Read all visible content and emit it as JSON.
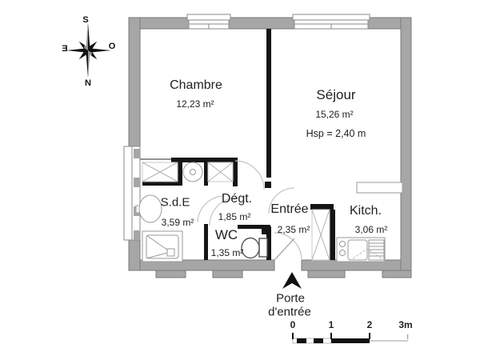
{
  "title": "Apartment floor plan",
  "compass": {
    "top": "S",
    "bottom": "N",
    "left": "E",
    "right": "O"
  },
  "rooms": {
    "chambre": {
      "name": "Chambre",
      "area": "12,23 m²"
    },
    "sejour": {
      "name": "Séjour",
      "area": "15,26 m²",
      "ceiling": "Hsp = 2,40 m"
    },
    "sde": {
      "name": "S.d.E",
      "area": "3,59 m²"
    },
    "degt": {
      "name": "Dégt.",
      "area": "1,85 m²"
    },
    "wc": {
      "name": "WC",
      "area": "1,35 m²"
    },
    "entree": {
      "name": "Entrée",
      "area": "2,35 m²"
    },
    "kitch": {
      "name": "Kitch.",
      "area": "3,06 m²"
    }
  },
  "entrance": {
    "line1": "Porte",
    "line2": "d'entrée"
  },
  "scale": {
    "ticks": [
      "0",
      "1",
      "2",
      "3m"
    ]
  },
  "colors": {
    "wall_gray": "#a6a6a6",
    "wall_border": "#7a7a7a",
    "interior_wall_black": "#151515",
    "fixture_line": "#999999",
    "door_arc": "#c4c4c4",
    "text": "#222222"
  }
}
